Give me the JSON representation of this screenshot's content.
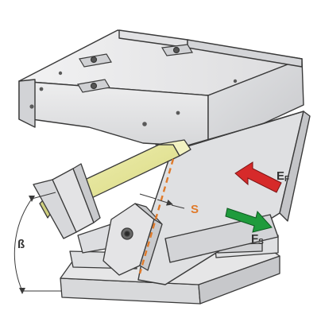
{
  "labels": {
    "beta": "ß",
    "s": "S",
    "e": "E",
    "e_sub": "F",
    "f": "F",
    "f_sub": "S"
  },
  "colors": {
    "body_light": "#e9e9ea",
    "body_mid": "#d9d9db",
    "body_dark": "#bfc0c3",
    "edge": "#3a3a3a",
    "wedge_yellow": "#e6e69a",
    "dashed_line": "#e07a2a",
    "arrow_red": "#d62a2a",
    "arrow_green": "#1f9b3c",
    "label_orange": "#e07a2a"
  }
}
